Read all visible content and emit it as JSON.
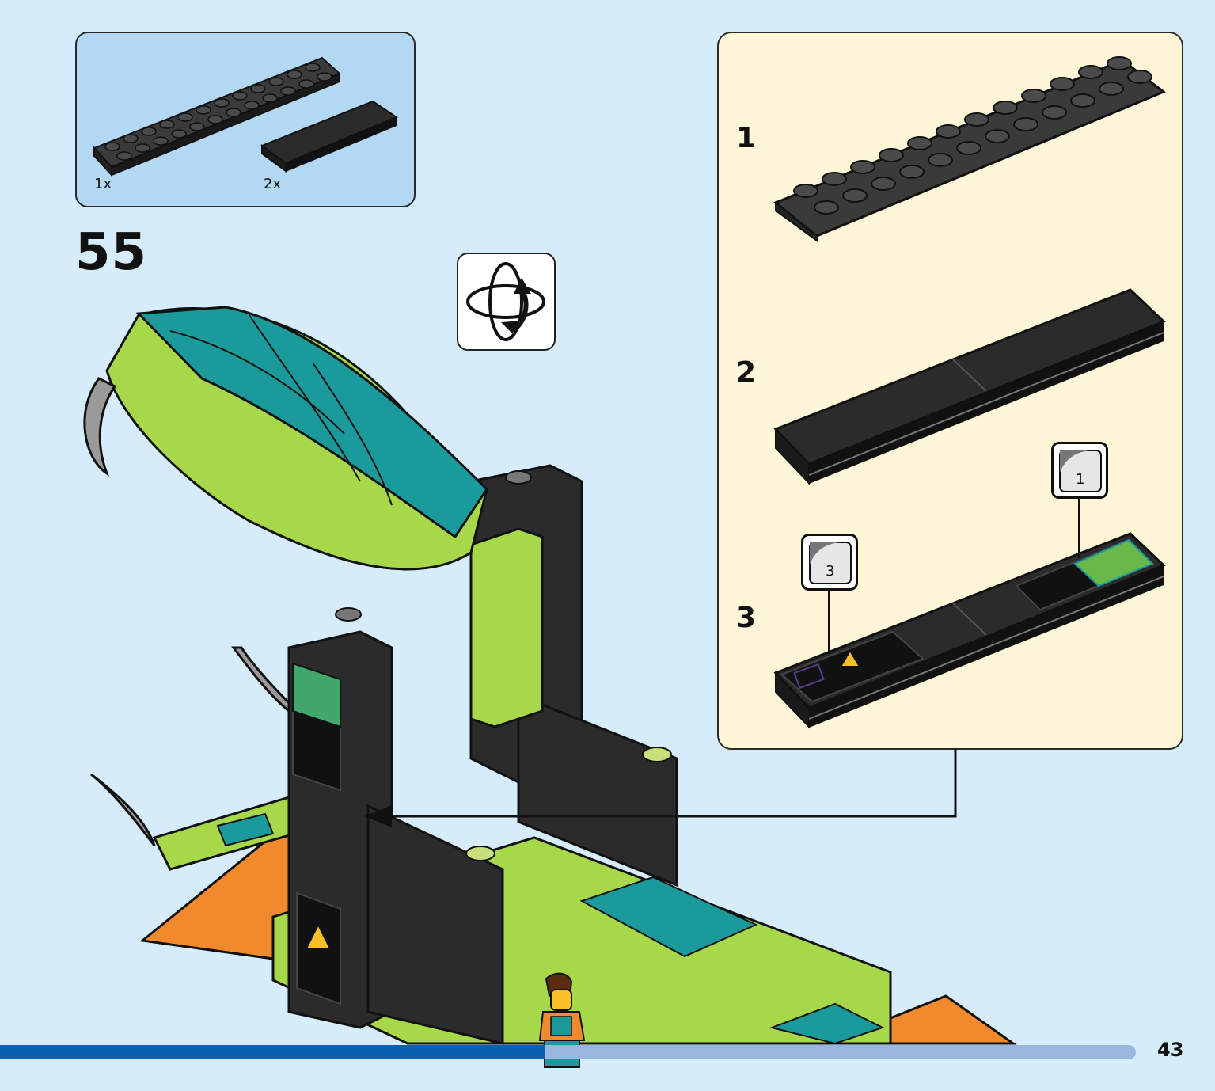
{
  "parts": [
    {
      "qty": "1x",
      "name": "black-plate-2x12"
    },
    {
      "qty": "2x",
      "name": "black-tile-2x6"
    }
  ],
  "step": {
    "number": "55"
  },
  "rotate_icon": "rotate-model-icon",
  "substeps": [
    {
      "number": "1"
    },
    {
      "number": "2"
    },
    {
      "number": "3"
    }
  ],
  "stickers": [
    {
      "label": "1"
    },
    {
      "label": "3"
    }
  ],
  "page": {
    "number": "43"
  },
  "progress": {
    "fraction": 0.48
  },
  "colors": {
    "background": "#d7ecfb",
    "parts_box": "#b3d8f4",
    "substep_box": "#fef6d6",
    "progress_fill": "#0b5fb0",
    "progress_track": "#9ab7e2",
    "lime": "#a6d84a",
    "teal": "#1a9a9a",
    "orange": "#f08a2c",
    "black_brick": "#2b2b2b"
  }
}
